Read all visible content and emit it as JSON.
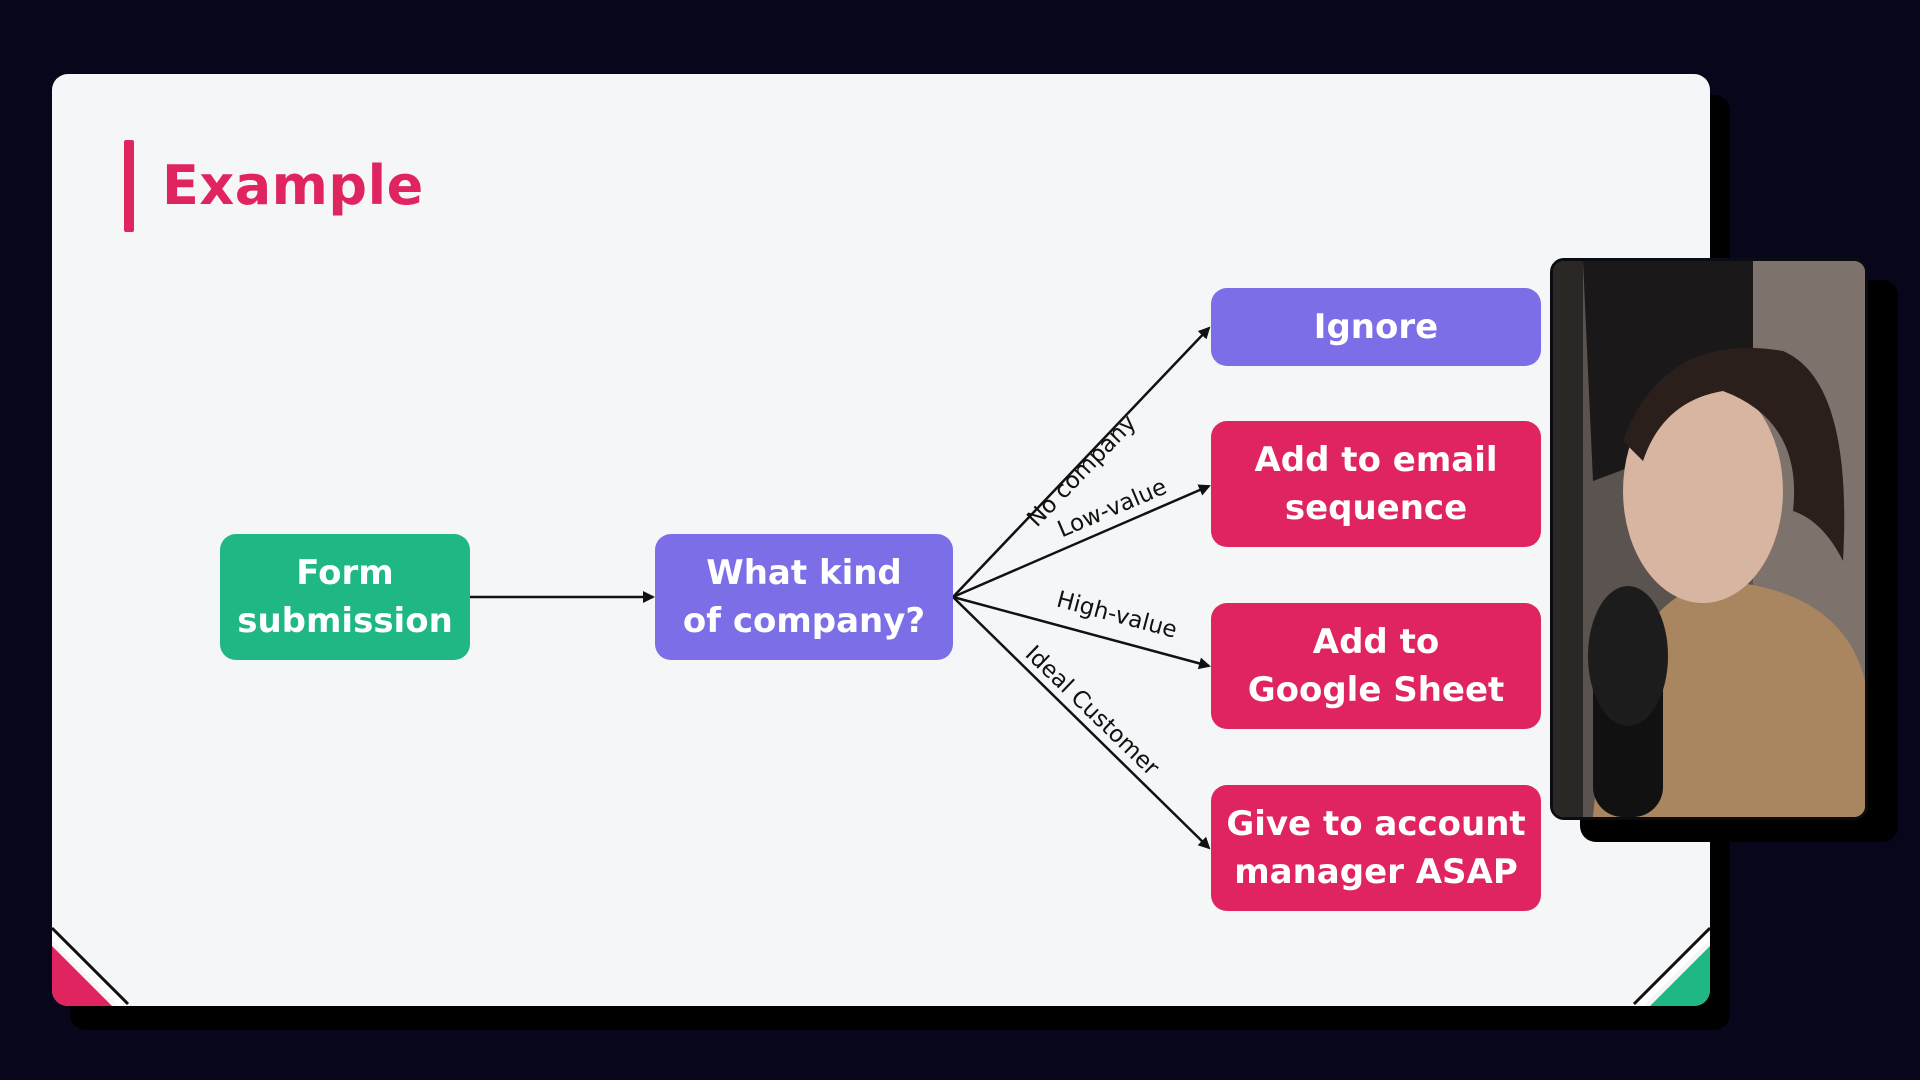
{
  "slide": {
    "title": "Example"
  },
  "flowchart": {
    "nodes": {
      "form_submission": "Form\nsubmission",
      "decision": "What kind\nof company?",
      "ignore": "Ignore",
      "email_sequence": "Add to email\nsequence",
      "google_sheet": "Add to\nGoogle Sheet",
      "account_manager": "Give to account\nmanager ASAP"
    },
    "edges": {
      "no_company": "No company",
      "low_value": "Low-value",
      "high_value": "High-value",
      "ideal_customer": "Ideal Customer"
    }
  },
  "colors": {
    "accent": "#e0245f",
    "green_node": "#1fb783",
    "purple_node": "#7b6ee6",
    "red_node": "#e0245f",
    "slide_bg": "#f5f6f8",
    "page_bg": "#07061a"
  },
  "webcam": {
    "content": "presenter-video-feed"
  }
}
